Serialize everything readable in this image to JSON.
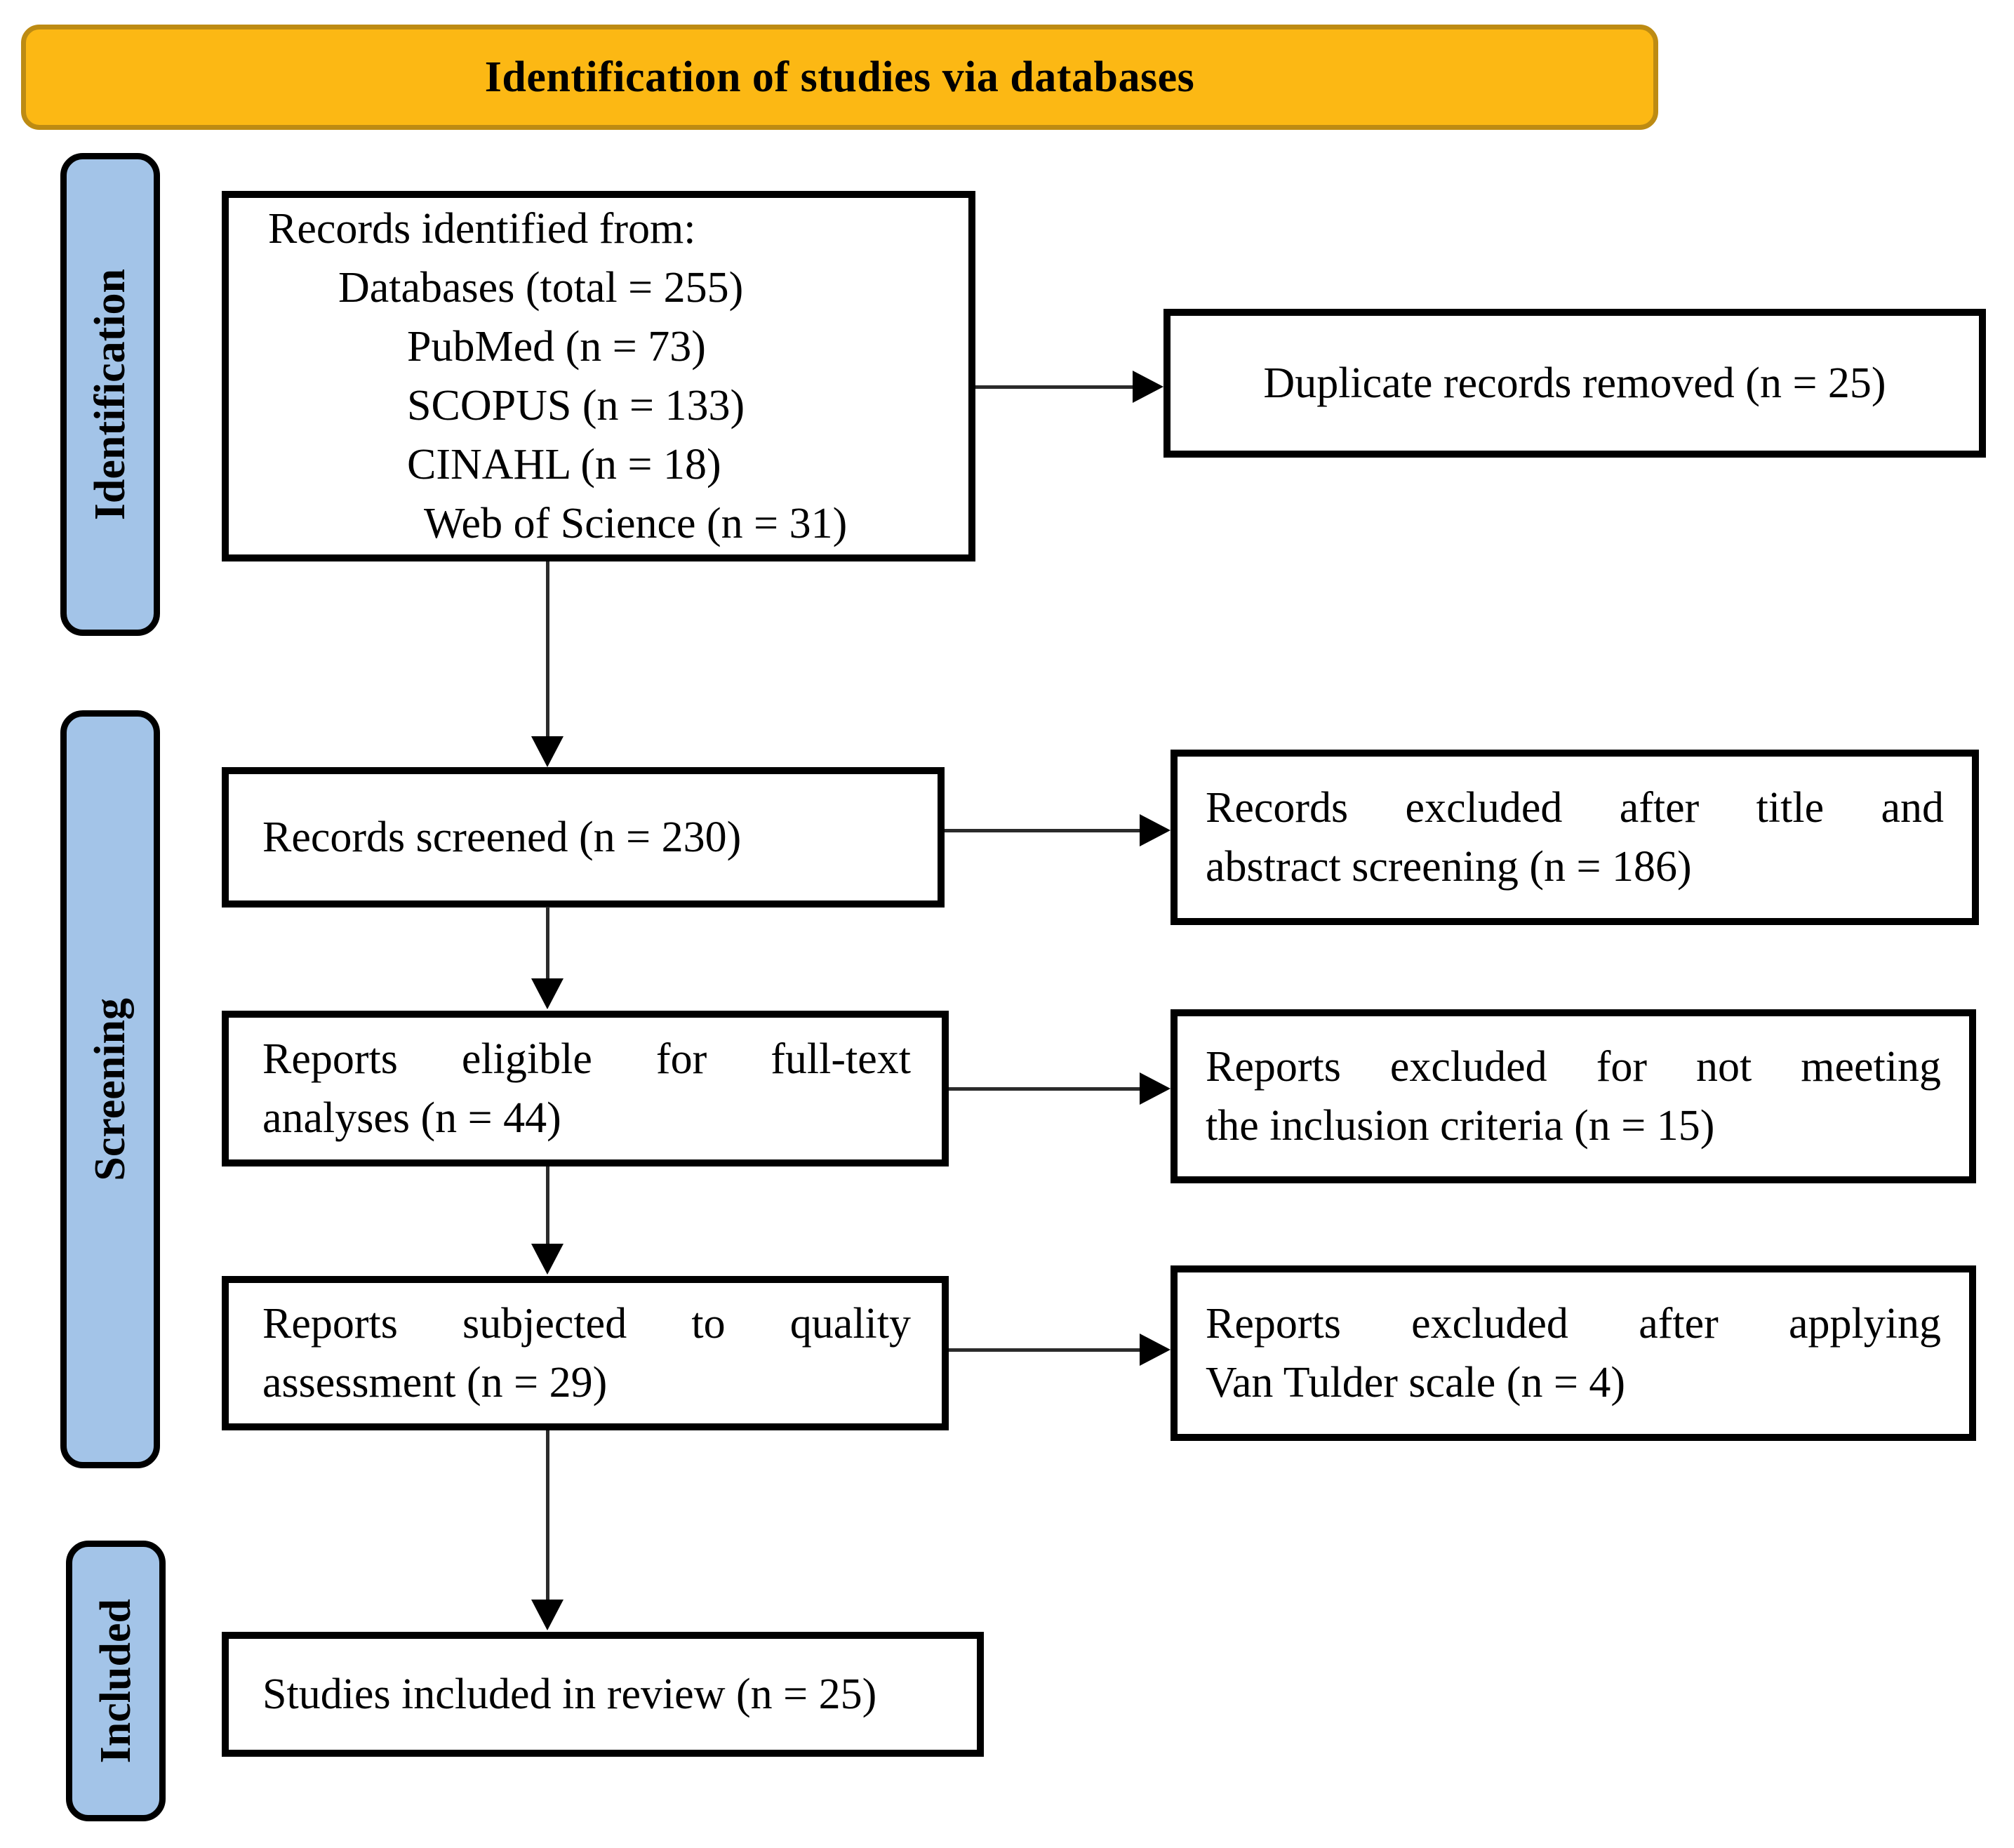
{
  "banner": {
    "title": "Identification of studies via databases"
  },
  "colors": {
    "banner_fill": "#FCB814",
    "banner_border": "#BD8B13",
    "stage_fill": "#A3C4E8",
    "box_border": "#000000",
    "arrow": "#2b2b2b"
  },
  "stages": [
    {
      "label": "Identification"
    },
    {
      "label": "Screening"
    },
    {
      "label": "Included"
    }
  ],
  "boxes": {
    "records_identified": {
      "lines": [
        "Records identified from:",
        "Databases (total = 255)",
        "PubMed (n = 73)",
        "SCOPUS (n = 133)",
        "CINAHL (n = 18)",
        "Web of Science (n = 31)"
      ]
    },
    "records_screened": {
      "text": "Records screened (n = 230)"
    },
    "reports_eligible": {
      "line1": "Reports eligible for full-text",
      "line2": "analyses (n = 44)"
    },
    "reports_quality": {
      "line1": "Reports subjected to quality",
      "line2": "assessment (n = 29)"
    },
    "studies_included": {
      "text": "Studies included in review (n = 25)"
    },
    "duplicates_removed": {
      "text": "Duplicate records removed (n = 25)"
    },
    "excluded_title_abstract": {
      "line1": "Records excluded after title and",
      "line2": "abstract screening (n = 186)"
    },
    "excluded_inclusion_criteria": {
      "line1": "Reports excluded for not meeting",
      "line2": "the inclusion criteria (n = 15)"
    },
    "excluded_van_tulder": {
      "line1": "Reports excluded after applying",
      "line2": "Van Tulder scale (n = 4)"
    }
  }
}
